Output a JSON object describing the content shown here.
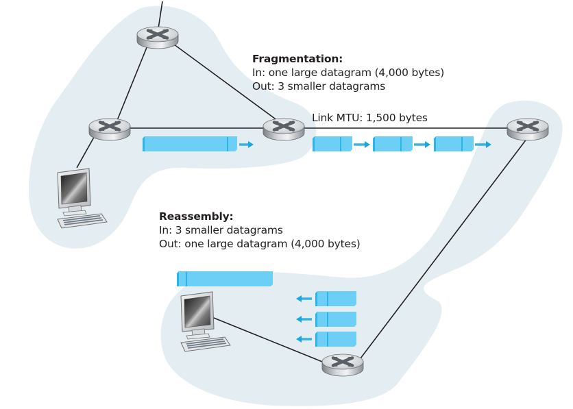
{
  "figure": {
    "topic": "IP datagram fragmentation and reassembly",
    "colors": {
      "network_region": "#e4edf2",
      "datagram_fill": "#6dcff6",
      "datagram_edge": "#29b6e8",
      "arrow": "#1aa7e0",
      "link": "#231f20",
      "text": "#231f20"
    }
  },
  "fragmentation": {
    "title": "Fragmentation:",
    "in_line": "In: one large datagram (4,000 bytes)",
    "out_line": "Out: 3 smaller datagrams"
  },
  "link": {
    "mtu_label": "Link MTU: 1,500 bytes"
  },
  "reassembly": {
    "title": "Reassembly:",
    "in_line": "In: 3 smaller datagrams",
    "out_line": "Out: one large datagram (4,000 bytes)"
  },
  "nodes": {
    "routers": [
      "router-top",
      "router-left",
      "router-fragmenting",
      "router-right",
      "router-bottom"
    ],
    "hosts": [
      "host-sender",
      "host-receiver"
    ]
  },
  "datagrams": {
    "original_size_bytes": 4000,
    "fragment_count": 3,
    "mtu_bytes": 1500
  },
  "icons": {
    "router": "router-icon",
    "host": "desktop-computer-icon",
    "datagram": "datagram-block",
    "arrow": "arrow-icon"
  }
}
